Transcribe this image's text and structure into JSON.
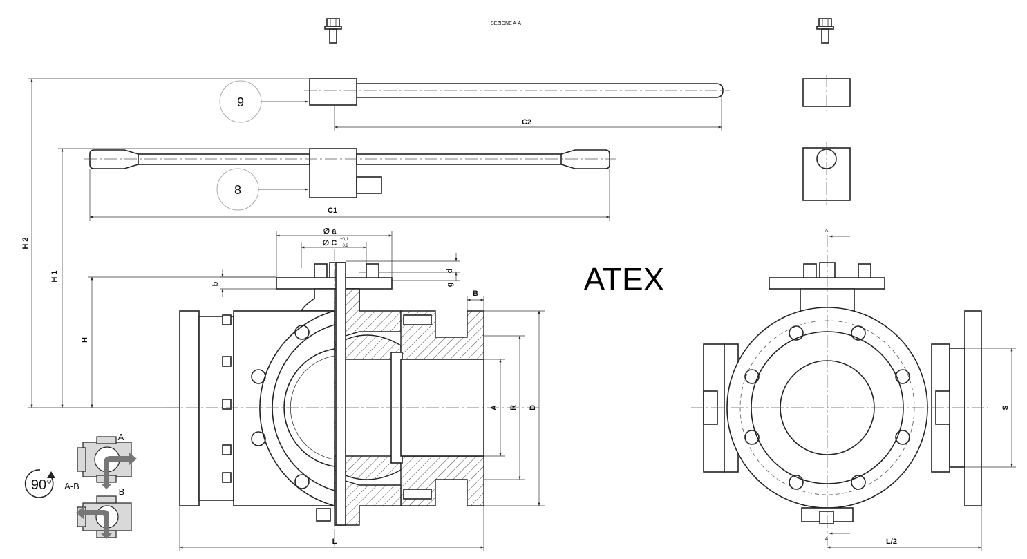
{
  "section_label": "SEZIONE A-A",
  "atex_label": "ATEX",
  "balloons": {
    "handle_a": "9",
    "handle_b": "8"
  },
  "dimensions": {
    "c2": "C2",
    "c1": "C1",
    "h2": "H 2",
    "h1": "H 1",
    "h": "H",
    "b_small": "b",
    "dia_a": "∅ a",
    "dia_c": "∅ C",
    "tol_plus": "+0,1",
    "tol_plus2": "+0,2",
    "d": "d",
    "g": "g",
    "flange_b": "B",
    "a": "A",
    "r": "R",
    "d_big": "D",
    "l": "L",
    "l_half": "L/2",
    "s": "S"
  },
  "section_marks": {
    "top": "A",
    "bottom": "A"
  },
  "flow_legend": {
    "rotation": "90°",
    "ports": "A-B",
    "pos_a": "A",
    "pos_b": "B"
  }
}
